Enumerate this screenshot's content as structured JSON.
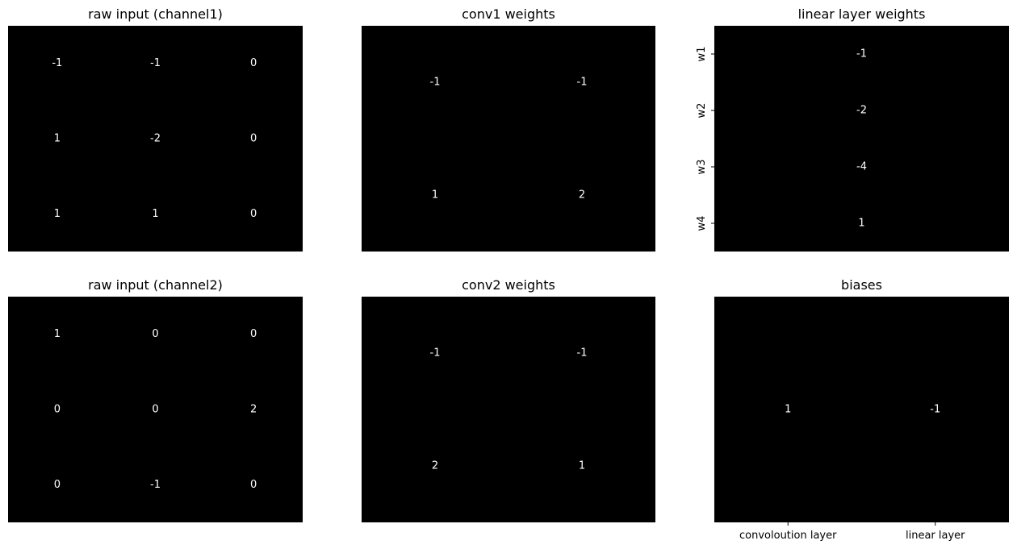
{
  "figure": {
    "background": "#ffffff",
    "cell_color": "#000000",
    "text_color": "#ffffff",
    "title_color": "#000000"
  },
  "chart_data": [
    {
      "id": "raw-input-channel1",
      "type": "heatmap",
      "title": "raw input (channel1)",
      "rows": 3,
      "cols": 3,
      "values": [
        [
          -1,
          -1,
          0
        ],
        [
          1,
          -2,
          0
        ],
        [
          1,
          1,
          0
        ]
      ],
      "xticklabels": [],
      "yticklabels": []
    },
    {
      "id": "conv1-weights",
      "type": "heatmap",
      "title": "conv1 weights",
      "rows": 2,
      "cols": 2,
      "values": [
        [
          -1,
          -1
        ],
        [
          1,
          2
        ]
      ],
      "xticklabels": [],
      "yticklabels": []
    },
    {
      "id": "linear-layer-weights",
      "type": "heatmap",
      "title": "linear layer weights",
      "rows": 4,
      "cols": 1,
      "values": [
        [
          -1
        ],
        [
          -2
        ],
        [
          -4
        ],
        [
          1
        ]
      ],
      "xticklabels": [],
      "yticklabels": [
        "w1",
        "w2",
        "w3",
        "w4"
      ]
    },
    {
      "id": "raw-input-channel2",
      "type": "heatmap",
      "title": "raw input (channel2)",
      "rows": 3,
      "cols": 3,
      "values": [
        [
          1,
          0,
          0
        ],
        [
          0,
          0,
          2
        ],
        [
          0,
          -1,
          0
        ]
      ],
      "xticklabels": [],
      "yticklabels": []
    },
    {
      "id": "conv2-weights",
      "type": "heatmap",
      "title": "conv2 weights",
      "rows": 2,
      "cols": 2,
      "values": [
        [
          -1,
          -1
        ],
        [
          2,
          1
        ]
      ],
      "xticklabels": [],
      "yticklabels": []
    },
    {
      "id": "biases",
      "type": "heatmap",
      "title": "biases",
      "rows": 1,
      "cols": 2,
      "values": [
        [
          1,
          -1
        ]
      ],
      "xticklabels": [
        "convoloution layer",
        "linear layer"
      ],
      "yticklabels": []
    }
  ]
}
